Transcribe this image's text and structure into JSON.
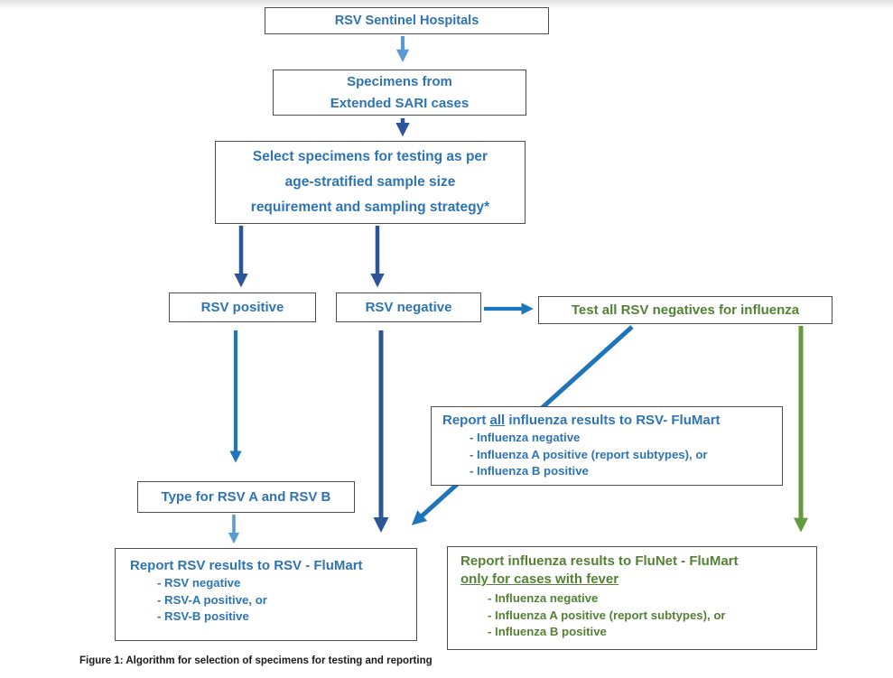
{
  "page": {
    "caption": "Figure 1: Algorithm for selection of specimens for testing and reporting"
  },
  "colors": {
    "blue_text": "#2E74B5",
    "green_text": "#538135",
    "box_border": "#4d4d4d",
    "arrow_light_blue": "#5B9BD5",
    "arrow_navy": "#2B5597",
    "arrow_bright_blue": "#1F75BB",
    "arrow_green": "#669A3D"
  },
  "nodes": {
    "sentinel": {
      "label": "RSV Sentinel Hospitals"
    },
    "specimens": {
      "line1": "Specimens from",
      "line2": "Extended SARI cases"
    },
    "select": {
      "line1": "Select specimens for testing as per",
      "line2": "age-stratified sample size",
      "line3": "requirement and sampling strategy*"
    },
    "rsv_positive": {
      "label": "RSV positive"
    },
    "rsv_negative": {
      "label": "RSV negative"
    },
    "test_all": {
      "label": "Test all RSV negatives for influenza"
    },
    "report_all_influenza": {
      "title_prefix": "Report ",
      "title_underlined": "all",
      "title_suffix": " influenza results to RSV- FluMart",
      "items": [
        "- Influenza negative",
        "- Influenza A positive (report subtypes), or",
        "- Influenza B positive"
      ]
    },
    "type_rsv": {
      "label": "Type for RSV A and RSV B"
    },
    "report_rsv": {
      "title": "Report RSV results to RSV - FluMart",
      "items": [
        "- RSV negative",
        "- RSV-A positive, or",
        "- RSV-B positive"
      ]
    },
    "report_flunet": {
      "title_line1": "Report influenza results to FluNet - FluMart",
      "title_line2_underlined": "only for cases with fever",
      "items": [
        "- Influenza negative",
        "- Influenza A positive (report subtypes), or",
        "- Influenza B positive"
      ]
    }
  }
}
